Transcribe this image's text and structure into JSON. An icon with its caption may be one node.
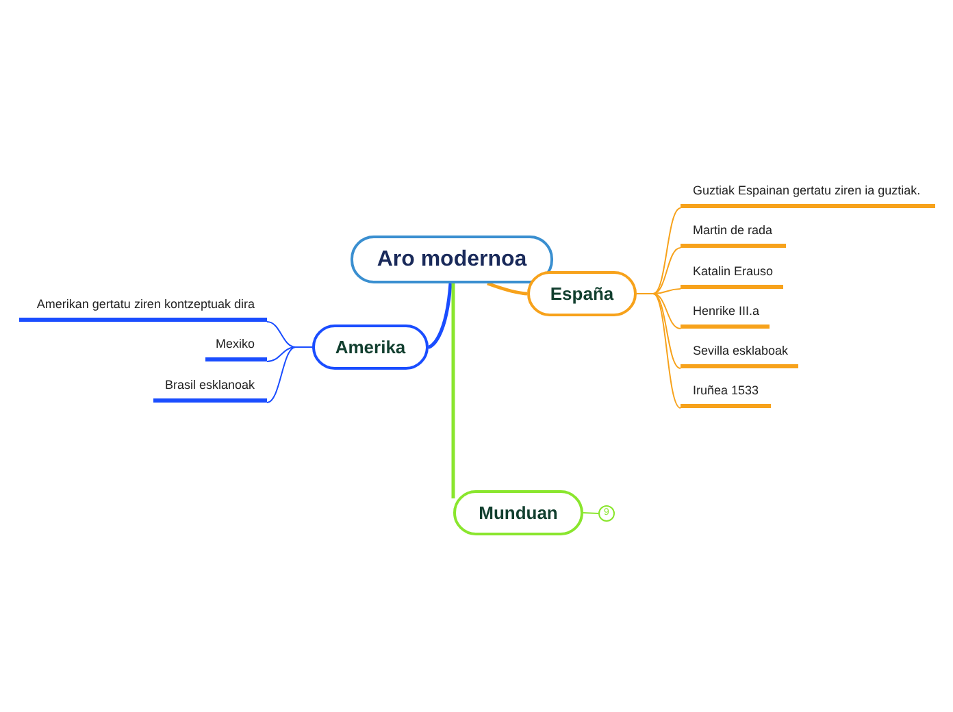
{
  "diagram": {
    "nodes": [
      {
        "text": [
          "Aro modernoa"
        ]
      },
      {
        "text": [
          "España"
        ]
      },
      {
        "text": [
          "Amerika"
        ]
      },
      {
        "text": [
          "Munduan"
        ]
      },
      {
        "text": [
          "9"
        ]
      },
      {
        "text": [
          "Guztiak Espainan gertatu ziren ia guztiak."
        ]
      },
      {
        "text": [
          "Martin de rada"
        ]
      },
      {
        "text": [
          "Katalin Erauso"
        ]
      },
      {
        "text": [
          "Henrike III.a"
        ]
      },
      {
        "text": [
          "Sevilla esklaboak"
        ]
      },
      {
        "text": [
          "Iruñea 1533"
        ]
      },
      {
        "text": [
          "Amerikan gertatu ziren kontzeptuak dira"
        ]
      },
      {
        "text": [
          "Mexiko"
        ]
      },
      {
        "text": [
          "Brasil esklanoak"
        ]
      }
    ],
    "edges": [
      {
        "from": 0,
        "to": 1,
        "arrow": "none",
        "style": "thick"
      },
      {
        "from": 0,
        "to": 2,
        "arrow": "none",
        "style": "thick",
        "color": "#1a4dff"
      },
      {
        "from": 0,
        "to": 3,
        "arrow": "none",
        "style": "thick",
        "color": "#8ae62e"
      },
      {
        "from": 3,
        "to": 4,
        "arrow": "none",
        "color": "#8ae62e"
      },
      {
        "from": 1,
        "to": 5,
        "arrow": "none"
      },
      {
        "from": 1,
        "to": 6,
        "arrow": "none"
      },
      {
        "from": 1,
        "to": 7,
        "arrow": "none"
      },
      {
        "from": 1,
        "to": 8,
        "arrow": "none"
      },
      {
        "from": 1,
        "to": 9,
        "arrow": "none"
      },
      {
        "from": 1,
        "to": 10,
        "arrow": "none"
      },
      {
        "from": 2,
        "to": 11,
        "arrow": "none",
        "color": "#1a4dff"
      },
      {
        "from": 2,
        "to": 12,
        "arrow": "none",
        "color": "#1a4dff"
      },
      {
        "from": 2,
        "to": 13,
        "arrow": "none",
        "color": "#1a4dff"
      }
    ]
  }
}
